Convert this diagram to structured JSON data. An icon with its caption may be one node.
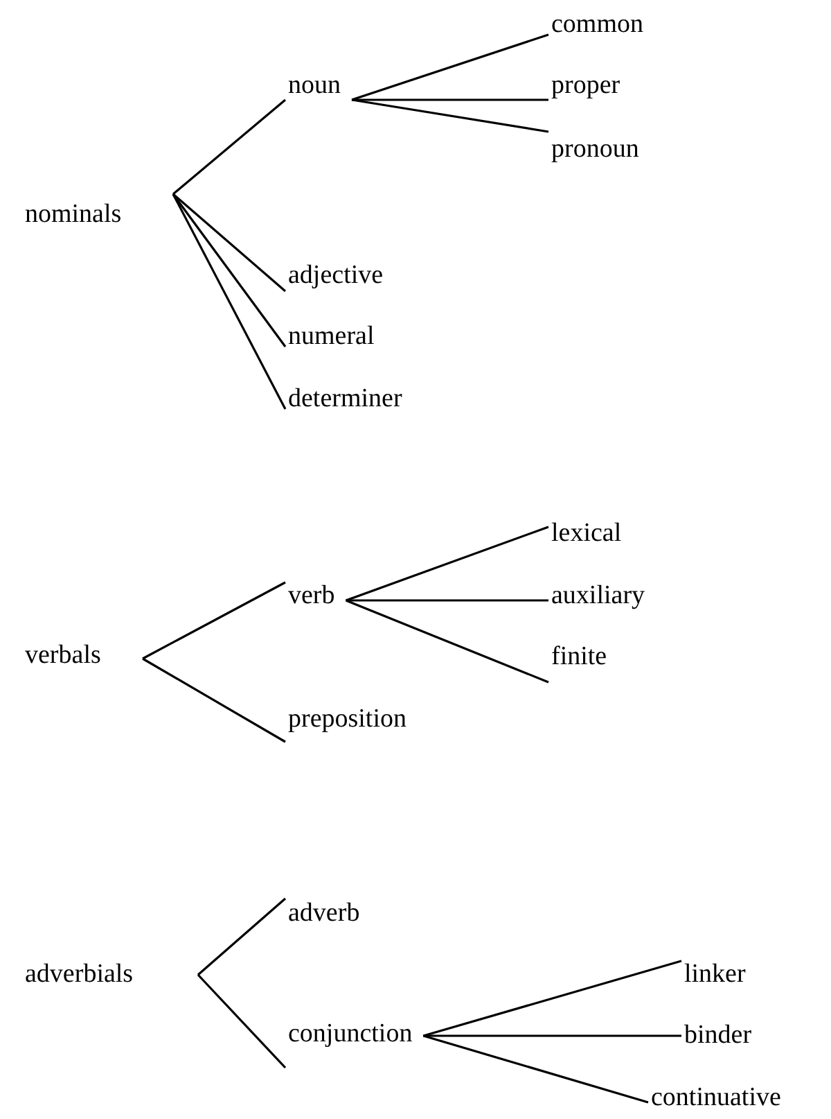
{
  "diagram": {
    "nodes": [
      {
        "text": [
          "nominals"
        ]
      },
      {
        "text": [
          "noun"
        ]
      },
      {
        "text": [
          "common"
        ]
      },
      {
        "text": [
          "proper"
        ]
      },
      {
        "text": [
          "pronoun"
        ]
      },
      {
        "text": [
          "adjective"
        ]
      },
      {
        "text": [
          "numeral"
        ]
      },
      {
        "text": [
          "determiner"
        ]
      },
      {
        "text": [
          "verbals"
        ]
      },
      {
        "text": [
          "verb"
        ]
      },
      {
        "text": [
          "lexical"
        ]
      },
      {
        "text": [
          "auxiliary"
        ]
      },
      {
        "text": [
          "finite"
        ]
      },
      {
        "text": [
          "preposition"
        ]
      },
      {
        "text": [
          "adverbials"
        ]
      },
      {
        "text": [
          "adverb"
        ]
      },
      {
        "text": [
          "conjunction"
        ]
      },
      {
        "text": [
          "linker"
        ]
      },
      {
        "text": [
          "binder"
        ]
      },
      {
        "text": [
          "continuative"
        ]
      }
    ],
    "edges": [
      {
        "from": 0,
        "to": 1,
        "arrow": "none"
      },
      {
        "from": 1,
        "to": 2,
        "arrow": "none"
      },
      {
        "from": 1,
        "to": 3,
        "arrow": "none"
      },
      {
        "from": 1,
        "to": 4,
        "arrow": "none"
      },
      {
        "from": 0,
        "to": 5,
        "arrow": "none"
      },
      {
        "from": 0,
        "to": 6,
        "arrow": "none"
      },
      {
        "from": 0,
        "to": 7,
        "arrow": "none"
      },
      {
        "from": 8,
        "to": 9,
        "arrow": "none"
      },
      {
        "from": 9,
        "to": 10,
        "arrow": "none"
      },
      {
        "from": 9,
        "to": 11,
        "arrow": "none"
      },
      {
        "from": 9,
        "to": 12,
        "arrow": "none"
      },
      {
        "from": 8,
        "to": 13,
        "arrow": "none"
      },
      {
        "from": 14,
        "to": 15,
        "arrow": "none"
      },
      {
        "from": 14,
        "to": 16,
        "arrow": "none"
      },
      {
        "from": 16,
        "to": 17,
        "arrow": "none"
      },
      {
        "from": 16,
        "to": 18,
        "arrow": "none"
      },
      {
        "from": 16,
        "to": 19,
        "arrow": "none"
      }
    ]
  }
}
